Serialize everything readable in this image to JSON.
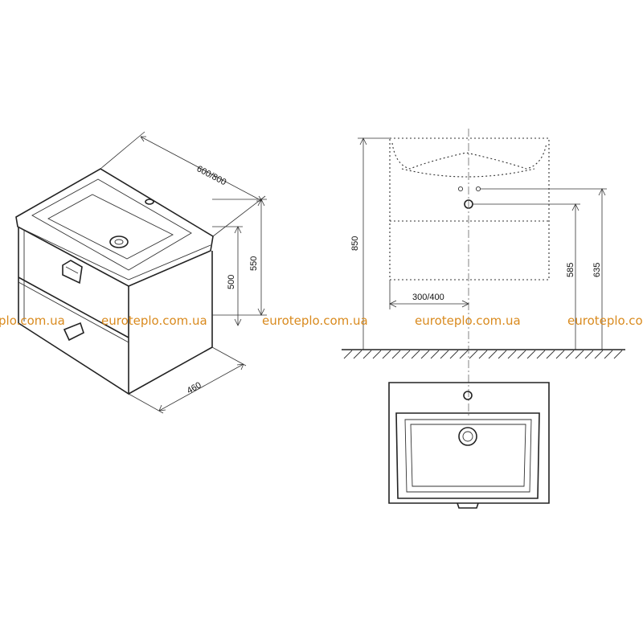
{
  "dimensions": {
    "iso_width": "600/800",
    "iso_height_total": "550",
    "iso_height_cabinet": "500",
    "iso_depth": "460",
    "front_height": "850",
    "front_offset": "300/400",
    "drain_height": "585",
    "supply_height": "635"
  },
  "watermarks": [
    "plo.com.ua",
    "euroteplo.com.ua",
    "euroteplo.com.ua",
    "euroteplo.com.ua",
    "euroteplo.com.u"
  ],
  "colors": {
    "line": "#222222",
    "watermark": "#d98a1e"
  }
}
